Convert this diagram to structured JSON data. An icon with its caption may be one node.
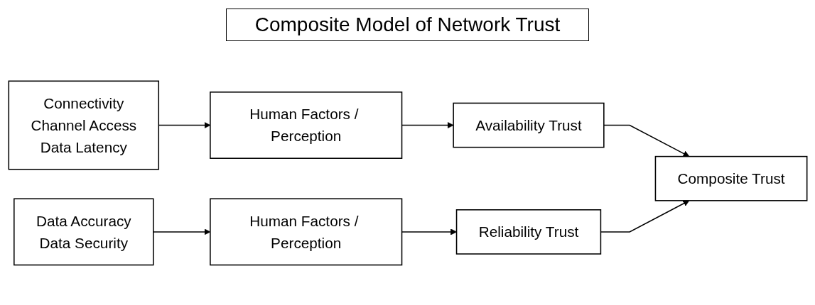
{
  "diagram": {
    "title": "Composite Model of Network Trust",
    "nodes": [
      {
        "text": [
          "Connectivity",
          "Channel Access",
          "Data Latency"
        ]
      },
      {
        "text": [
          "Human Factors / Perception"
        ]
      },
      {
        "text": [
          "Availability Trust"
        ]
      },
      {
        "text": [
          "Composite Trust"
        ]
      },
      {
        "text": [
          "Data Accuracy",
          "Data Security"
        ]
      },
      {
        "text": [
          "Human Factors / Perception"
        ]
      },
      {
        "text": [
          "Reliability Trust"
        ]
      }
    ],
    "edges": [
      {
        "from": 0,
        "to": 1,
        "arrow": "to"
      },
      {
        "from": 1,
        "to": 2,
        "arrow": "to"
      },
      {
        "from": 2,
        "to": 3,
        "arrow": "to"
      },
      {
        "from": 4,
        "to": 5,
        "arrow": "to"
      },
      {
        "from": 5,
        "to": 6,
        "arrow": "to"
      },
      {
        "from": 6,
        "to": 3,
        "arrow": "to"
      }
    ]
  }
}
